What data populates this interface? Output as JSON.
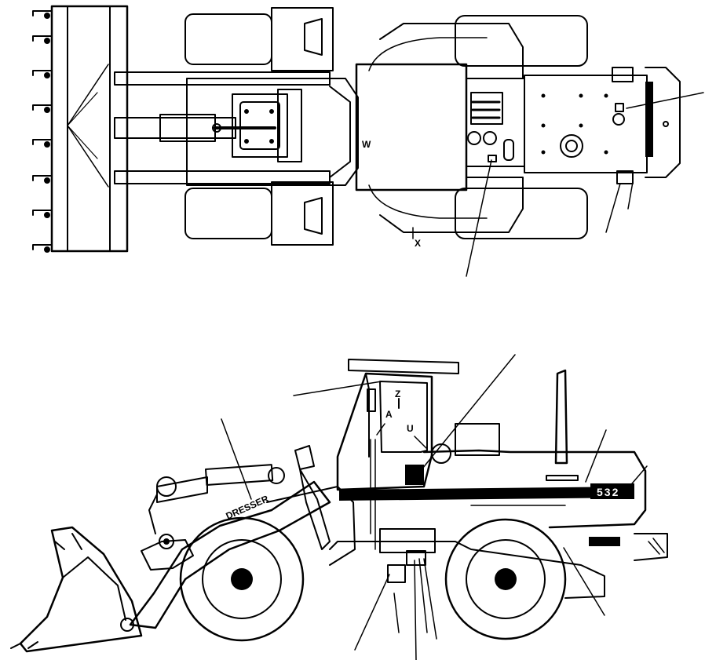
{
  "top_view": {
    "labels": {
      "w": "W",
      "x": "X"
    }
  },
  "side_view": {
    "labels": {
      "z": "Z",
      "a": "A",
      "u": "U"
    },
    "brand_text": "DRESSER",
    "model_text": "532"
  },
  "colors": {
    "ink": "#000000",
    "paper": "#ffffff"
  }
}
